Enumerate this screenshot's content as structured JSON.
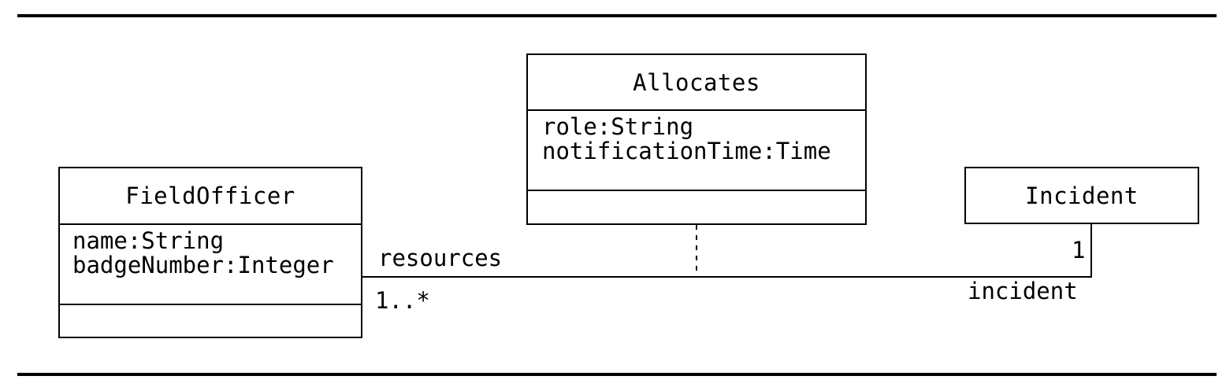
{
  "diagram": {
    "classes": {
      "field_officer": {
        "name": "FieldOfficer",
        "attributes": [
          "name:String",
          "badgeNumber:Integer"
        ]
      },
      "allocates": {
        "name": "Allocates",
        "attributes": [
          "role:String",
          "notificationTime:Time"
        ]
      },
      "incident": {
        "name": "Incident"
      }
    },
    "association": {
      "role_resources": "resources",
      "multiplicity_resources": "1..*",
      "role_incident": "incident",
      "multiplicity_incident": "1"
    }
  }
}
